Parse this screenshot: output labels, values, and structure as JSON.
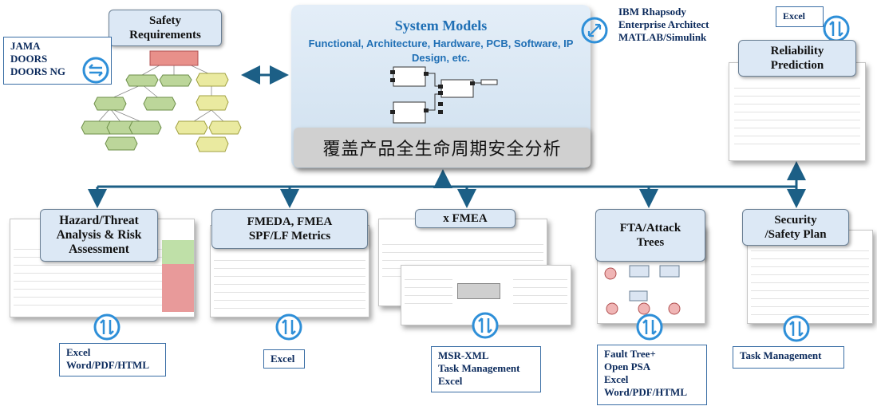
{
  "center": {
    "title": "System Models",
    "subtitle": "Functional, Architecture, Hardware, PCB, Software, IP Design, etc.",
    "band": "覆盖产品全生命周期安全分析"
  },
  "boxes": {
    "safety_requirements": "Safety\nRequirements",
    "reliability_prediction": "Reliability\nPrediction",
    "hazard": "Hazard/Threat\nAnalysis & Risk\nAssessment",
    "fmeda": "FMEDA, FMEA\nSPF/LF Metrics",
    "xfmea": "x FMEA",
    "fta": "FTA/Attack\nTrees",
    "security": "Security\n/Safety Plan"
  },
  "tools": {
    "jama": "JAMA\nDOORS\nDOORS NG",
    "ibm": "IBM Rhapsody\nEnterprise Architect\nMATLAB/Simulink",
    "excel_top": "Excel",
    "hazard": "Excel\nWord/PDF/HTML",
    "fmeda": "Excel",
    "xfmea": "MSR-XML\nTask Management\nExcel",
    "fta": "Fault Tree+\nOpen PSA\nExcel\nWord/PDF/HTML",
    "security": "Task Management"
  },
  "colors": {
    "connector": "#1c5f86",
    "sync_icon": "#2e8fd8",
    "label_fill": "#dce8f5",
    "accent_text": "#1f6fb5"
  },
  "icons": [
    "sync-icon",
    "double-arrow-icon",
    "down-arrow-icon",
    "up-arrow-icon"
  ]
}
